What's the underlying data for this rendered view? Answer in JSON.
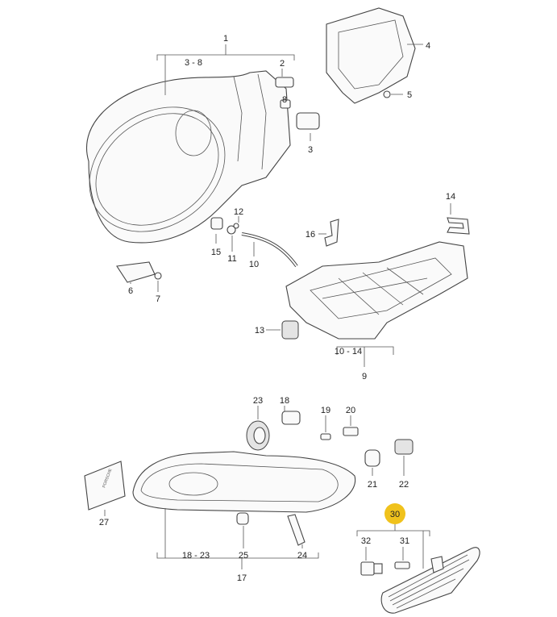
{
  "diagram": {
    "labels": {
      "l1": "1",
      "l3_8": "3 - 8",
      "l2": "2",
      "l8": "8",
      "l3": "3",
      "l4": "4",
      "l5": "5",
      "l14": "14",
      "l16": "16",
      "l12": "12",
      "l15": "15",
      "l11": "11",
      "l10": "10",
      "l6": "6",
      "l7": "7",
      "l13": "13",
      "l10_14": "10 - 14",
      "l9": "9",
      "l23": "23",
      "l18": "18",
      "l19": "19",
      "l20": "20",
      "l21": "21",
      "l22": "22",
      "l27": "27",
      "l18_23": "18 - 23",
      "l25": "25",
      "l24": "24",
      "l17": "17",
      "l30": "30",
      "l32": "32",
      "l31": "31"
    },
    "highlight_color": "#f0c21c",
    "logo_text": "PORSCHE"
  }
}
